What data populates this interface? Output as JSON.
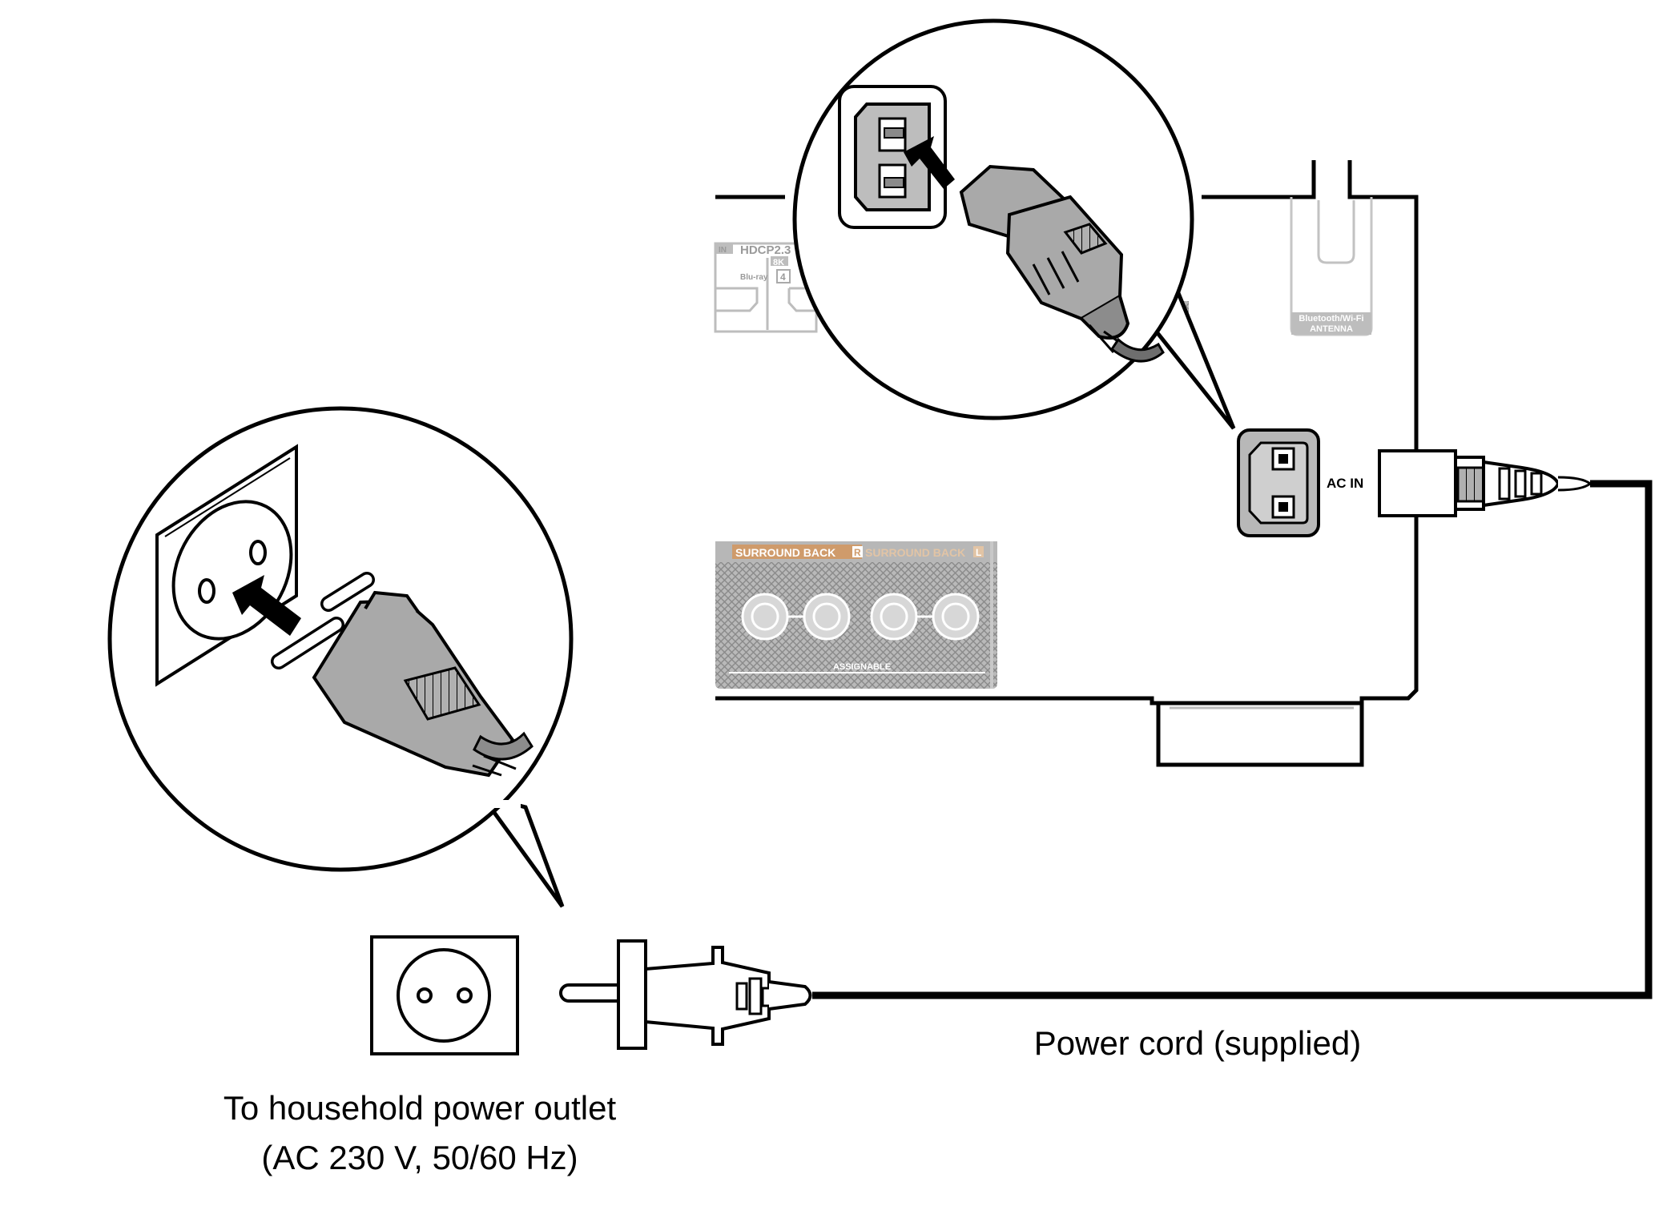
{
  "labels": {
    "power_cord": "Power cord (supplied)",
    "outlet_line1": "To household power outlet",
    "outlet_line2": "(AC 230 V, 50/60 Hz)",
    "ac_in": "AC IN",
    "antenna_line1": "Bluetooth/Wi-Fi",
    "antenna_line2": "ANTENNA",
    "hdcp": "HDCP2.3",
    "in_tag": "IN",
    "eight_k": "8K",
    "bluray": "Blu-ray",
    "port_num": "4",
    "surround_back_r": "SURROUND BACK",
    "surround_back_l": "SURROUND BACK",
    "r_tag": "R",
    "l_tag": "L",
    "assignable": "ASSIGNABLE"
  },
  "colors": {
    "line": "#000000",
    "plug_fill": "#a8a8a8",
    "plug_dark": "#6e6e6e",
    "panel_gray": "#c8c8c8",
    "speaker_label_bg": "#cf9b6b"
  }
}
